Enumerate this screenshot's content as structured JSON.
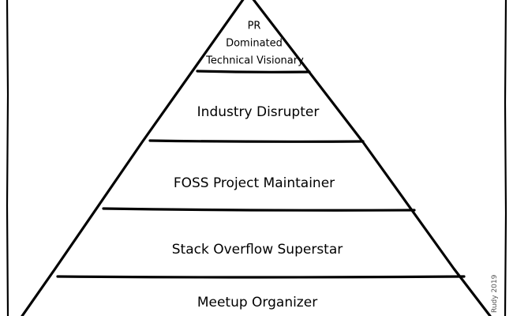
{
  "pyramid": {
    "tiers": [
      {
        "lines": [
          "PR",
          "Dominated",
          "Technical Visionary"
        ]
      },
      {
        "lines": [
          "Industry Disrupter"
        ]
      },
      {
        "lines": [
          "FOSS Project Maintainer"
        ]
      },
      {
        "lines": [
          "Stack Overflow Superstar"
        ]
      },
      {
        "lines": [
          "Meetup Organizer"
        ]
      }
    ]
  },
  "signature": "Rudy 2019",
  "colors": {
    "ink": "#000000",
    "background": "#ffffff"
  }
}
